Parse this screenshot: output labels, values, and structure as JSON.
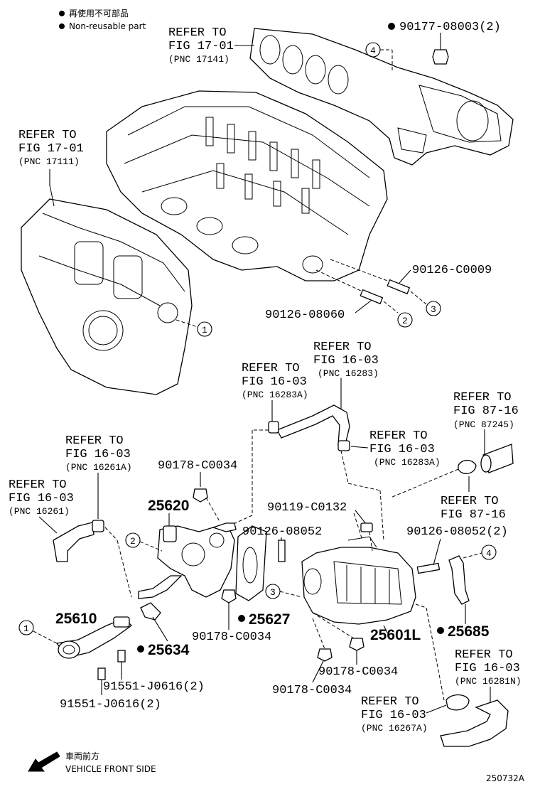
{
  "legend": {
    "line1": "再使用不可部品",
    "line2": "Non-reusable part",
    "bullet_icon": "black-dot-icon"
  },
  "labels": {
    "p_90177": "90177-08003(2)",
    "refer_exh_1": "REFER TO",
    "refer_exh_2": "FIG 17-01",
    "refer_exh_3": "(PNC 17141)",
    "refer_int_1": "REFER TO",
    "refer_int_2": "FIG 17-01",
    "refer_int_3": "(PNC 17111)",
    "p_90126_c0009": "90126-C0009",
    "p_90126_08060": "90126-08060",
    "refer_16283_1": "REFER TO",
    "refer_16283_2": "FIG 16-03",
    "refer_16283_3": "(PNC 16283)",
    "refer_16283a_1": "REFER TO",
    "refer_16283a_2": "FIG 16-03",
    "refer_16283a_3": "(PNC 16283A)",
    "refer_16283a_b1": "REFER TO",
    "refer_16283a_b2": "FIG 16-03",
    "refer_16283a_b3": "(PNC 16283A)",
    "refer_87245_1": "REFER TO",
    "refer_87245_2": "FIG 87-16",
    "refer_87245_3": "(PNC 87245)",
    "refer_87_1": "REFER TO",
    "refer_87_2": "FIG 87-16",
    "refer_16261a_1": "REFER TO",
    "refer_16261a_2": "FIG 16-03",
    "refer_16261a_3": "(PNC 16261A)",
    "refer_16261_1": "REFER TO",
    "refer_16261_2": "FIG 16-03",
    "refer_16261_3": "(PNC 16261)",
    "p_90178_top": "90178-C0034",
    "p_90119": "90119-C0132",
    "p_90126_08052": "90126-08052",
    "p_90126_08052_2": "90126-08052(2)",
    "p_25620": "25620",
    "p_25627": "25627",
    "p_90178_mid": "90178-C0034",
    "p_25610": "25610",
    "p_25634": "25634",
    "p_91551_a": "91551-J0616(2)",
    "p_91551_b": "91551-J0616(2)",
    "p_25601l": "25601L",
    "p_25685": "25685",
    "p_90178_r1": "90178-C0034",
    "p_90178_r2": "90178-C0034",
    "refer_16281n_1": "REFER TO",
    "refer_16281n_2": "FIG 16-03",
    "refer_16281n_3": "(PNC 16281N)",
    "refer_16267a_1": "REFER TO",
    "refer_16267a_2": "FIG 16-03",
    "refer_16267a_3": "(PNC 16267A)"
  },
  "callouts": {
    "c1": "1",
    "c2": "2",
    "c3": "3",
    "c4": "4"
  },
  "front": {
    "jp": "車両前方",
    "en": "VEHICLE FRONT SIDE",
    "arrow_icon": "front-arrow-icon"
  },
  "code": "250732A"
}
